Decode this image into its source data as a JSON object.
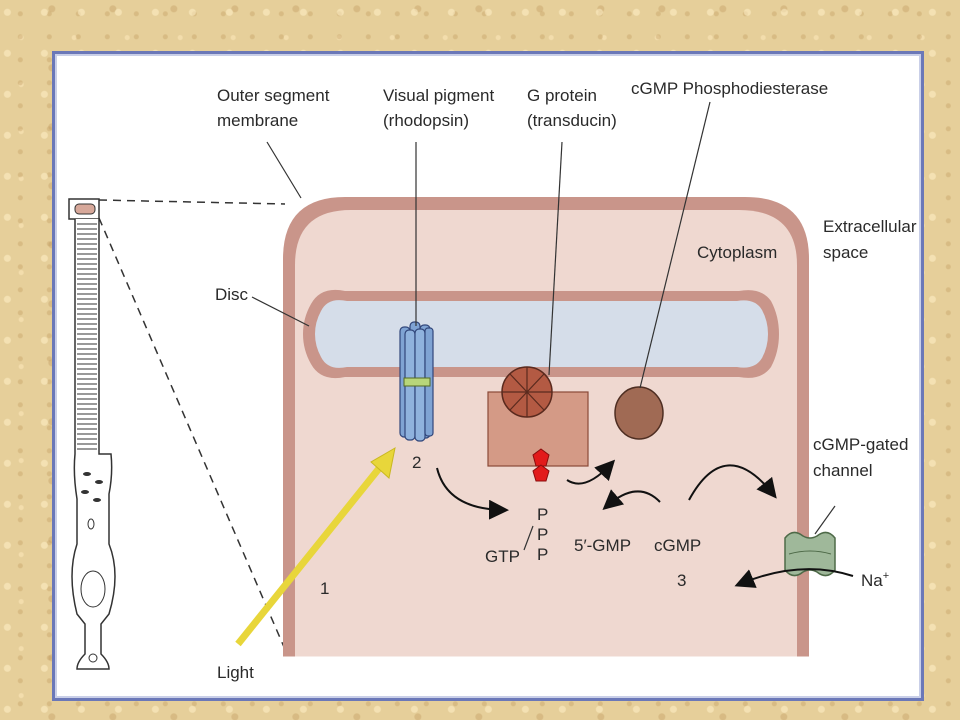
{
  "labels": {
    "outer_segment_membrane": [
      "Outer segment",
      "membrane"
    ],
    "visual_pigment": [
      "Visual pigment",
      "(rhodopsin)"
    ],
    "g_protein": [
      "G protein",
      "(transducin)"
    ],
    "pde": "cGMP Phosphodiesterase",
    "extracellular_space": [
      "Extracellular",
      "space"
    ],
    "cytoplasm": "Cytoplasm",
    "disc": "Disc",
    "cgmp_gated_channel": [
      "cGMP-gated",
      "channel"
    ],
    "light": "Light",
    "gtp": "GTP",
    "p1": "P",
    "p2": "P",
    "p3": "P",
    "five_gmp": "5′-GMP",
    "cgmp": "cGMP",
    "na": "Na",
    "na_sup": "+",
    "step1": "1",
    "step2": "2",
    "step3": "3"
  },
  "colors": {
    "membrane": "#c9958a",
    "cytoplasm_fill": "#efd8d0",
    "disc_fill": "#d5dde9",
    "rhodopsin": "#7fa3d3",
    "rhodopsin_band": "#b8d67a",
    "transducin": "#b35a43",
    "transducin_box": "#d49a86",
    "pde": "#a06a54",
    "gtp_marker": "#e21b1b",
    "channel": "#9fb89a",
    "light_arrow": "#e8d63a"
  }
}
